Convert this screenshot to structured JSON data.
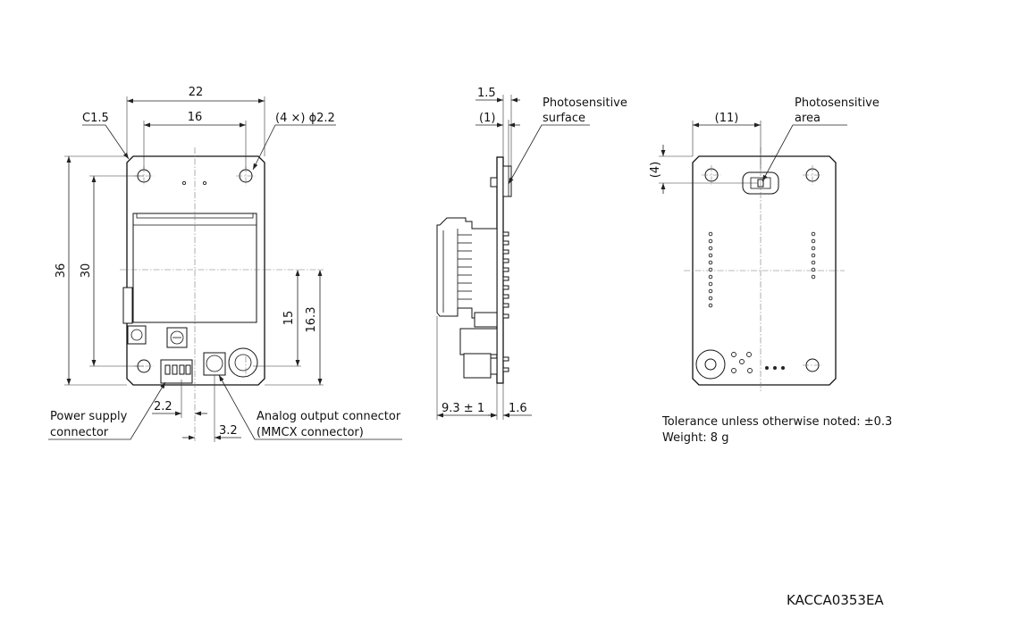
{
  "front": {
    "dim_width_total": "22",
    "dim_width_holes": "16",
    "chamfer": "C1.5",
    "holes_note": "(4 ×) ϕ2.2",
    "dim_height_total": "36",
    "dim_height_holes": "30",
    "dim_15": "15",
    "dim_16_3": "16.3",
    "dim_2_2": "2.2",
    "dim_3_2": "3.2",
    "power_label_line1": "Power supply",
    "power_label_line2": "connector",
    "analog_label_line1": "Analog output connector",
    "analog_label_line2": "(MMCX connector)"
  },
  "side": {
    "dim_1_5": "1.5",
    "dim_1": "(1)",
    "photo_surface_line1": "Photosensitive",
    "photo_surface_line2": "surface",
    "dim_9_3": "9.3 ± 1",
    "dim_1_6": "1.6"
  },
  "back": {
    "dim_11": "(11)",
    "dim_4": "(4)",
    "photo_area_line1": "Photosensitive",
    "photo_area_line2": "area"
  },
  "notes": {
    "tolerance": "Tolerance unless otherwise noted: ±0.3",
    "weight": "Weight: 8 g"
  },
  "drawing_code": "KACCA0353EA"
}
